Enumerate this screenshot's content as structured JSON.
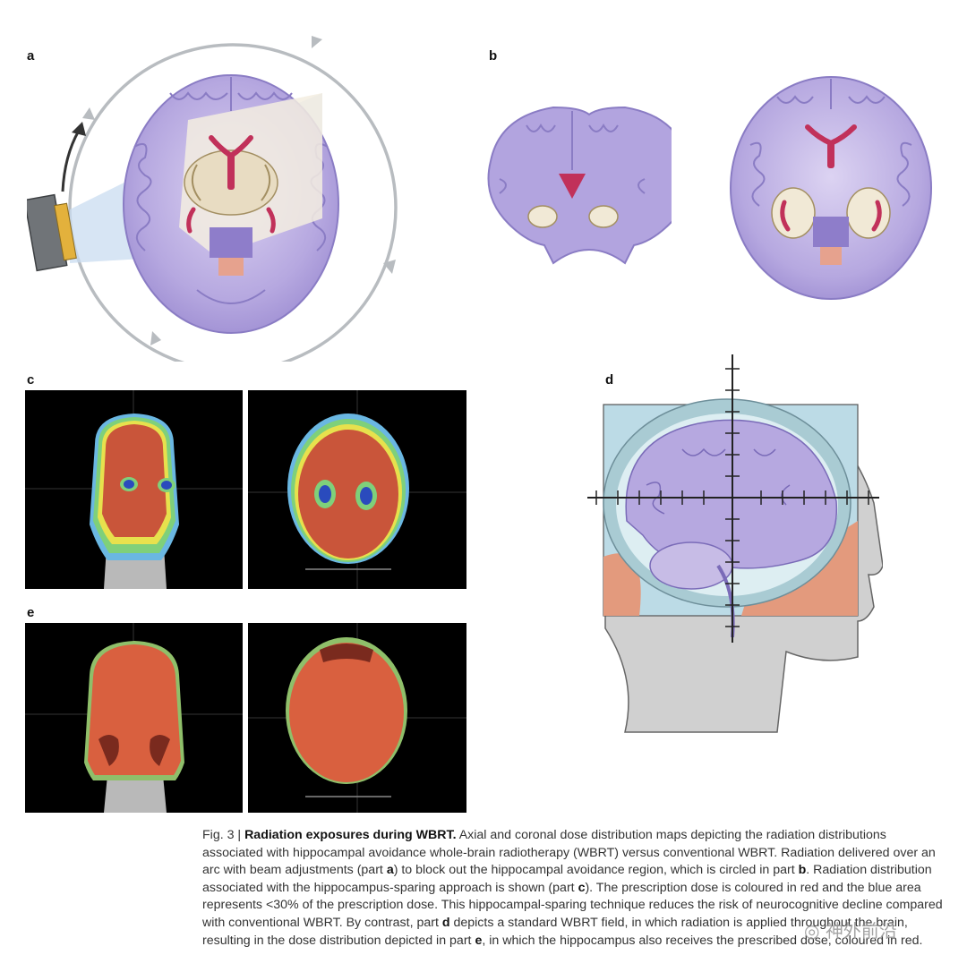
{
  "panels": {
    "a": "a",
    "b": "b",
    "c": "c",
    "d": "d",
    "e": "e"
  },
  "caption": {
    "fig_label": "Fig. 3 | ",
    "title": "Radiation exposures during WBRT.",
    "seg1": " Axial and coronal dose distribution maps depicting the radiation distributions associated with hippocampal avoidance whole-brain radiotherapy (WBRT) versus conventional WBRT. Radiation delivered over an arc with beam adjustments (part ",
    "ref_a": "a",
    "seg2": ") to block out the hippocampal avoidance region, which is circled in part ",
    "ref_b": "b",
    "seg3": ". Radiation distribution associated with the hippocampus-sparing approach is shown (part ",
    "ref_c": "c",
    "seg4": "). The prescription dose is coloured in red and the blue area represents <30% of the prescription dose. This hippocampal-sparing technique reduces the risk of neurocognitive decline compared with conventional WBRT. By contrast, part ",
    "ref_d": "d",
    "seg5": " depicts a standard WBRT field, in which radiation is applied throughout the brain, resulting in the dose distribution depicted in part ",
    "ref_e": "e",
    "seg6": ", in which the hippocampus also receives the prescribed dose, coloured in red."
  },
  "watermark": "神外前沿",
  "colors": {
    "brain_purple": "#a99ad6",
    "brain_light": "#cbbfea",
    "dose_red": "#c8553c",
    "field_blue": "#bcdbe6",
    "ring_gray": "#b8bcc0"
  }
}
